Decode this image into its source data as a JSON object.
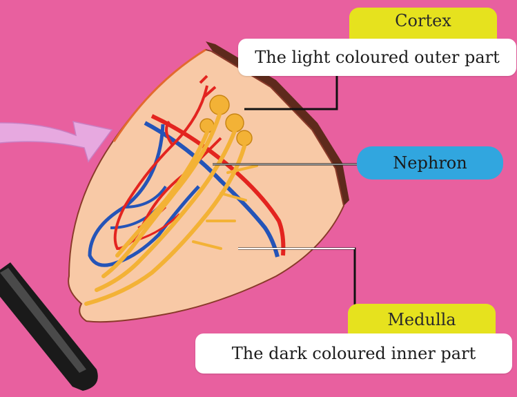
{
  "labels": {
    "cortex": {
      "title": "Cortex",
      "description": "The light coloured outer part"
    },
    "nephron": {
      "title": "Nephron"
    },
    "medulla": {
      "title": "Medulla",
      "description": "The dark coloured inner part"
    }
  },
  "colors": {
    "background": "#e8609f",
    "tab_yellow": "#e6e21e",
    "nephron_blue": "#31a6df",
    "tissue": "#f8c9a6",
    "outer_edge": "#5e2a1c",
    "artery_red": "#e3241f",
    "vein_blue": "#2454b8",
    "tubule_yellow": "#f3b236",
    "arrow": "#e7a9e0"
  },
  "icons": [
    "curved-arrow-icon",
    "magnifier-handle-icon"
  ]
}
